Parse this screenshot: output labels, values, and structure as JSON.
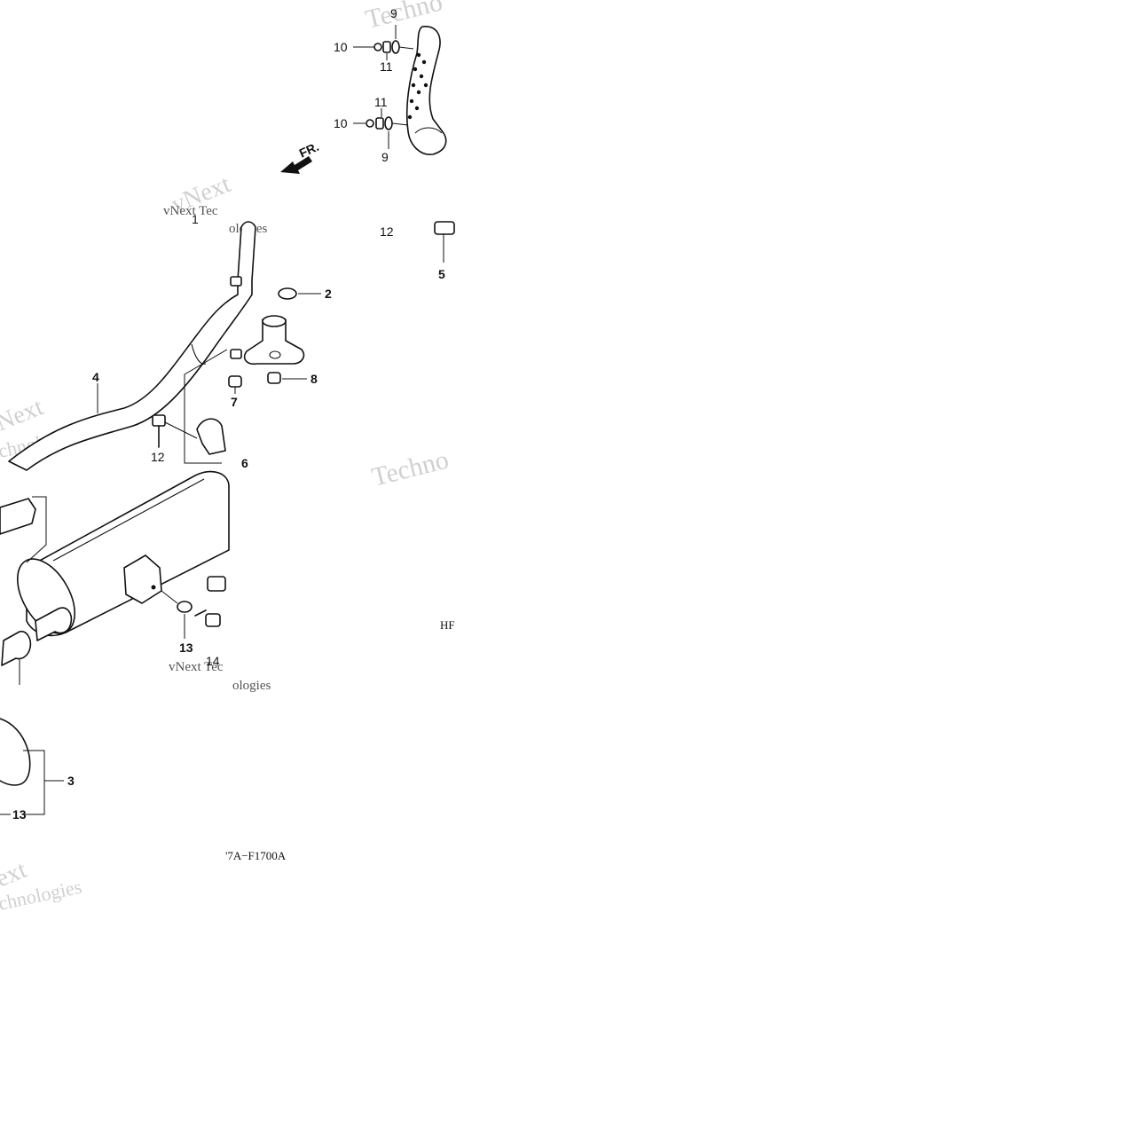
{
  "diagram": {
    "direction_label": "FR.",
    "codes": {
      "right": "HF",
      "bottom": "'7A−F1700A"
    },
    "callouts": [
      {
        "id": "c1",
        "text": "1"
      },
      {
        "id": "c2",
        "text": "2"
      },
      {
        "id": "c3",
        "text": "3"
      },
      {
        "id": "c4",
        "text": "4"
      },
      {
        "id": "c5",
        "text": "5"
      },
      {
        "id": "c6",
        "text": "6"
      },
      {
        "id": "c7",
        "text": "7"
      },
      {
        "id": "c8",
        "text": "8"
      },
      {
        "id": "c9a",
        "text": "9"
      },
      {
        "id": "c9b",
        "text": "9"
      },
      {
        "id": "c10a",
        "text": "10"
      },
      {
        "id": "c10b",
        "text": "10"
      },
      {
        "id": "c11a",
        "text": "11"
      },
      {
        "id": "c11b",
        "text": "11"
      },
      {
        "id": "c12a",
        "text": "12"
      },
      {
        "id": "c12b",
        "text": "12"
      },
      {
        "id": "c13a",
        "text": "13"
      },
      {
        "id": "c13b",
        "text": "13"
      },
      {
        "id": "c14",
        "text": "14"
      }
    ],
    "watermarks": [
      "Techno",
      "vNext",
      "vNext Tec",
      "ologies",
      "Next",
      "chnologies",
      "Techno",
      "vNext Tec",
      "ologies",
      "ext",
      "chnologies"
    ]
  }
}
